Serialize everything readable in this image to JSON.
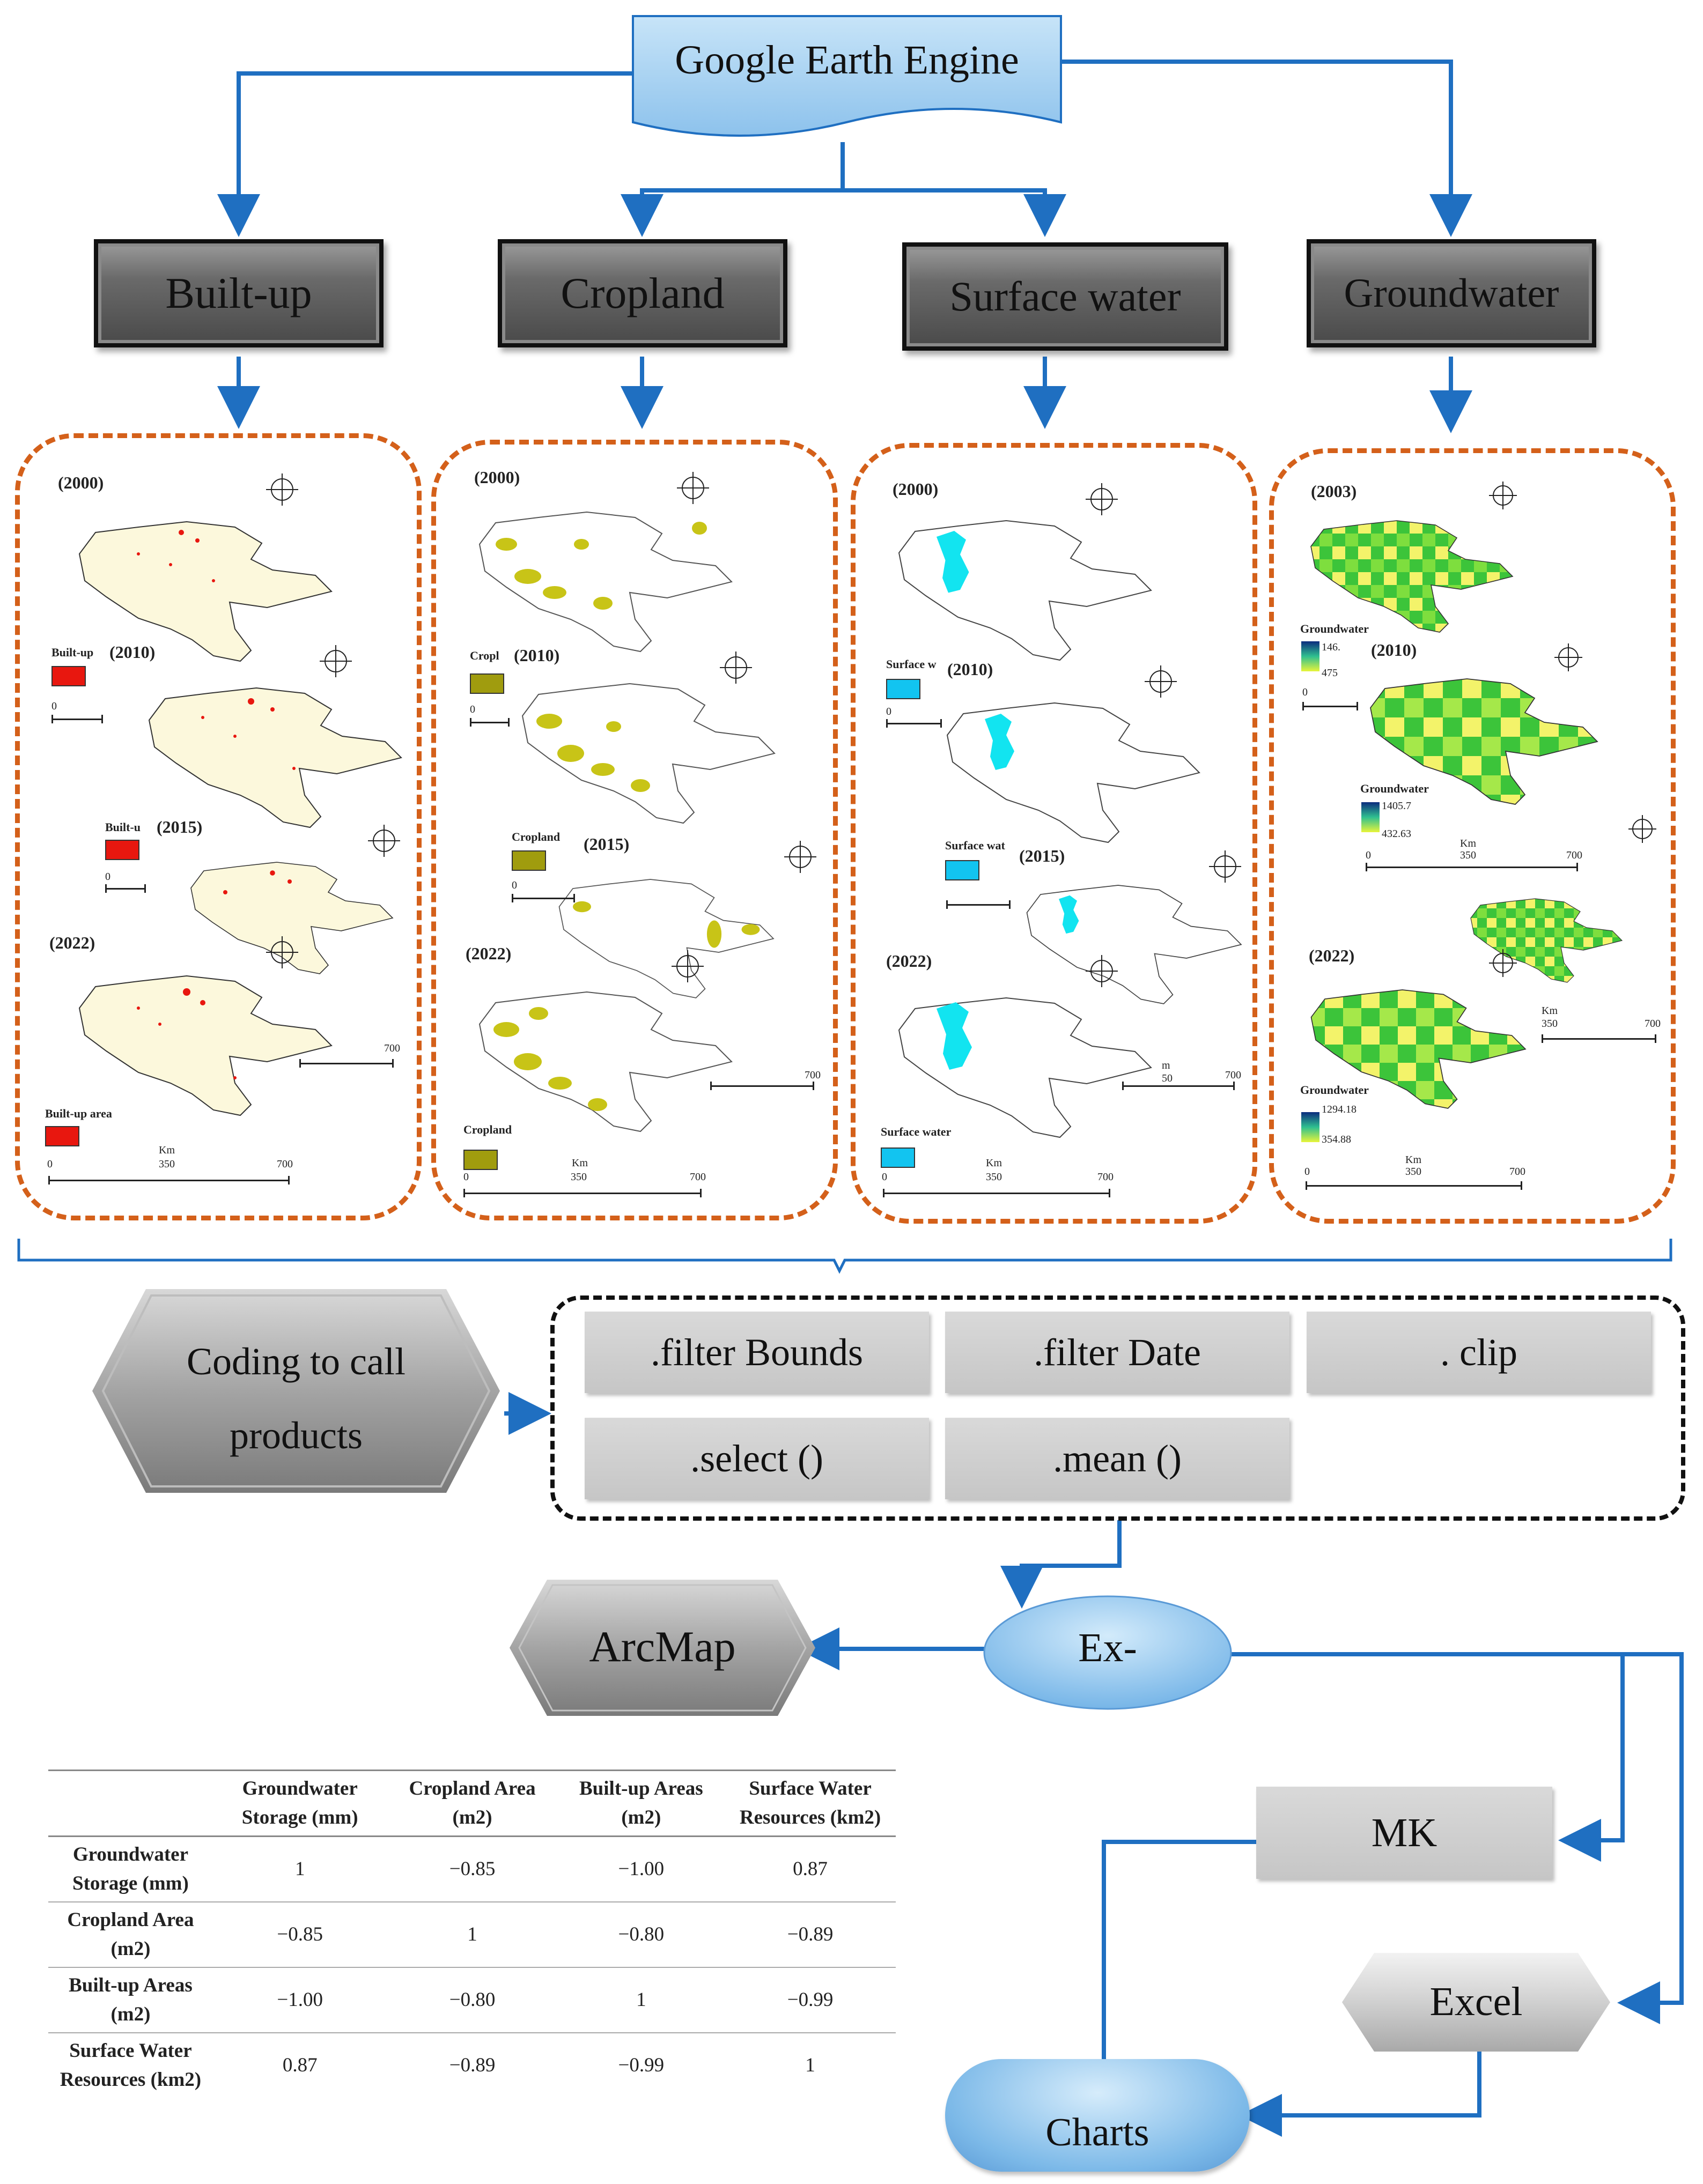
{
  "source": {
    "label": "Google Earth Engine"
  },
  "categories": [
    {
      "label": "Built-up"
    },
    {
      "label": "Cropland"
    },
    {
      "label": "Surface water"
    },
    {
      "label": "Groundwater"
    }
  ],
  "panels": {
    "builtup": {
      "years": [
        "(2000)",
        "(2010)",
        "(2015)",
        "(2022)"
      ],
      "legend_labels": [
        "Built-up",
        "Built-u",
        "Built-up area"
      ],
      "swatch_color": "#e8170f",
      "scale_labels": [
        "0",
        "0",
        "700",
        "Km",
        "0",
        "350",
        "700"
      ]
    },
    "cropland": {
      "years": [
        "(2000)",
        "(2010)",
        "(2015)",
        "(2022)"
      ],
      "legend_labels": [
        "Cropl",
        "Cropland",
        "Cropland"
      ],
      "swatch_color": "#a09c0e",
      "scale_labels": [
        "0",
        "0",
        "700",
        "Km",
        "0",
        "350",
        "700"
      ]
    },
    "surfacewater": {
      "years": [
        "(2000)",
        "(2010)",
        "(2015)",
        "(2022)"
      ],
      "legend_labels": [
        "Surface w",
        "Surface wat",
        "Surface water"
      ],
      "swatch_color": "#12c4f0",
      "scale_labels": [
        "0",
        "m",
        "50",
        "700",
        "Km",
        "0",
        "350",
        "700"
      ]
    },
    "groundwater": {
      "years": [
        "(2003)",
        "(2010)",
        "(2022)"
      ],
      "legend_titles": [
        "Groundwater",
        "Groundwater",
        "Groundwater"
      ],
      "legend_values": [
        "146.",
        "475",
        "1405.7",
        "432.63",
        "1294.18",
        "354.88"
      ],
      "scale_labels": [
        "0",
        "Km",
        "0",
        "350",
        "700",
        "Km",
        "350",
        "700",
        "Km",
        "0",
        "350",
        "700"
      ]
    }
  },
  "coding": {
    "label": "Coding to call products"
  },
  "operations": [
    ".filter Bounds",
    ".filter Date",
    ". clip",
    ".select  ()",
    ".mean ()"
  ],
  "export": {
    "label": "Ex-"
  },
  "arcmap": {
    "label": "ArcMap"
  },
  "mk": {
    "label": "MK"
  },
  "excel": {
    "label": "Excel"
  },
  "charts": {
    "label": "Charts"
  },
  "correlation_table": {
    "columns": [
      "",
      "Groundwater Storage (mm)",
      "Cropland Area (m2)",
      "Built-up Areas (m2)",
      "Surface Water Resources (km2)"
    ],
    "rows": [
      {
        "label": "Groundwater Storage (mm)",
        "values": [
          "1",
          "−0.85",
          "−1.00",
          "0.87"
        ]
      },
      {
        "label": "Cropland Area (m2)",
        "values": [
          "−0.85",
          "1",
          "−0.80",
          "−0.89"
        ]
      },
      {
        "label": "Built-up Areas (m2)",
        "values": [
          "−1.00",
          "−0.80",
          "1",
          "−0.99"
        ]
      },
      {
        "label": "Surface Water Resources (km2)",
        "values": [
          "0.87",
          "−0.89",
          "−0.99",
          "1"
        ]
      }
    ]
  },
  "colors": {
    "arrow": "#1f6fc1",
    "panel_border": "#d4601a",
    "source_fill": "#9fcdf0",
    "map_bg_builtup": "#fcf8dc",
    "cropland_fill": "#c8c417",
    "water_fill": "#12e4f0",
    "gw_green": "#3cc43a",
    "gw_yellow": "#f3f36a"
  }
}
